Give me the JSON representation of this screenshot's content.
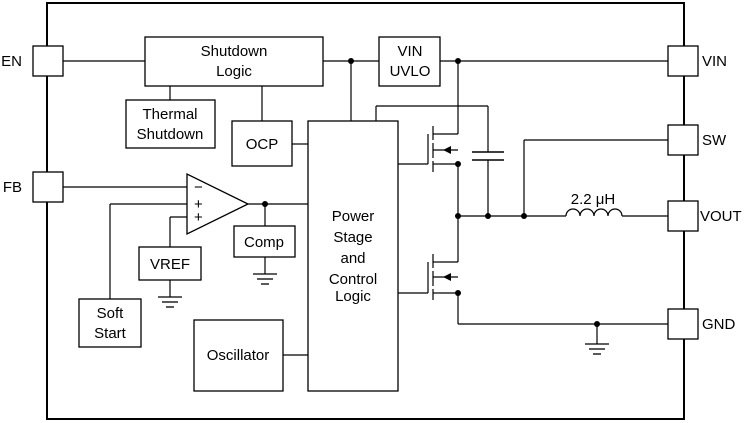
{
  "pins": {
    "en": "EN",
    "fb": "FB",
    "vin": "VIN",
    "sw": "SW",
    "vout": "VOUT",
    "gnd": "GND"
  },
  "blocks": {
    "shutdown_logic": [
      "Shutdown",
      "Logic"
    ],
    "thermal_shutdown": [
      "Thermal",
      "Shutdown"
    ],
    "ocp": "OCP",
    "vin_uvlo": [
      "VIN",
      "UVLO"
    ],
    "comp": "Comp",
    "vref": "VREF",
    "soft_start": [
      "Soft",
      "Start"
    ],
    "oscillator": "Oscillator",
    "power_stage": [
      "Power",
      "Stage",
      "and",
      "Control",
      "Logic"
    ]
  },
  "inductor_label": "2.2 μH",
  "amp_signs": {
    "minus": "−",
    "plus1": "+",
    "plus2": "+"
  }
}
